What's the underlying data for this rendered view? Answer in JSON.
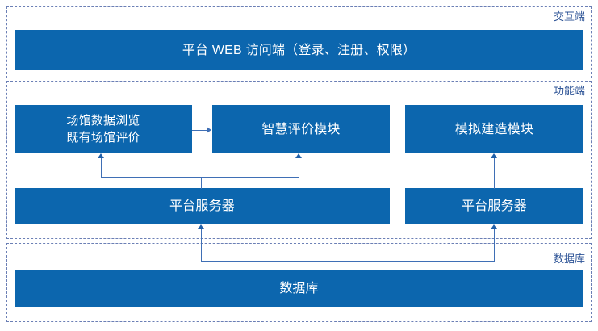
{
  "diagram": {
    "title_text_present": false,
    "accent_color": "#0c66ae",
    "zone_border_color": "#6b7fb5",
    "zone_label_color": "#2f5597",
    "connector_color": "#3f6fb5",
    "zones": [
      {
        "id": "interaction",
        "label": "交互端"
      },
      {
        "id": "function",
        "label": "功能端"
      },
      {
        "id": "database",
        "label": "数据库"
      }
    ],
    "nodes": [
      {
        "id": "web-client",
        "label": "平台 WEB 访问端（登录、注册、权限）",
        "zone": "interaction"
      },
      {
        "id": "venue-data-browse",
        "label": "场馆数据浏览\n既有场馆评价",
        "zone": "function"
      },
      {
        "id": "smart-evaluation",
        "label": "智慧评价模块",
        "zone": "function"
      },
      {
        "id": "simulation-construction",
        "label": "模拟建造模块",
        "zone": "function"
      },
      {
        "id": "platform-server-left",
        "label": "平台服务器",
        "zone": "function"
      },
      {
        "id": "platform-server-right",
        "label": "平台服务器",
        "zone": "function"
      },
      {
        "id": "database",
        "label": "数据库",
        "zone": "database"
      }
    ],
    "edges": [
      {
        "from": "venue-data-browse",
        "to": "smart-evaluation",
        "direction": "right"
      },
      {
        "from": "platform-server-left",
        "to": "venue-data-browse",
        "direction": "up"
      },
      {
        "from": "platform-server-left",
        "to": "smart-evaluation",
        "direction": "up"
      },
      {
        "from": "platform-server-right",
        "to": "simulation-construction",
        "direction": "up"
      },
      {
        "from": "database",
        "to": "platform-server-left",
        "direction": "up"
      },
      {
        "from": "database",
        "to": "platform-server-right",
        "direction": "up"
      }
    ]
  }
}
